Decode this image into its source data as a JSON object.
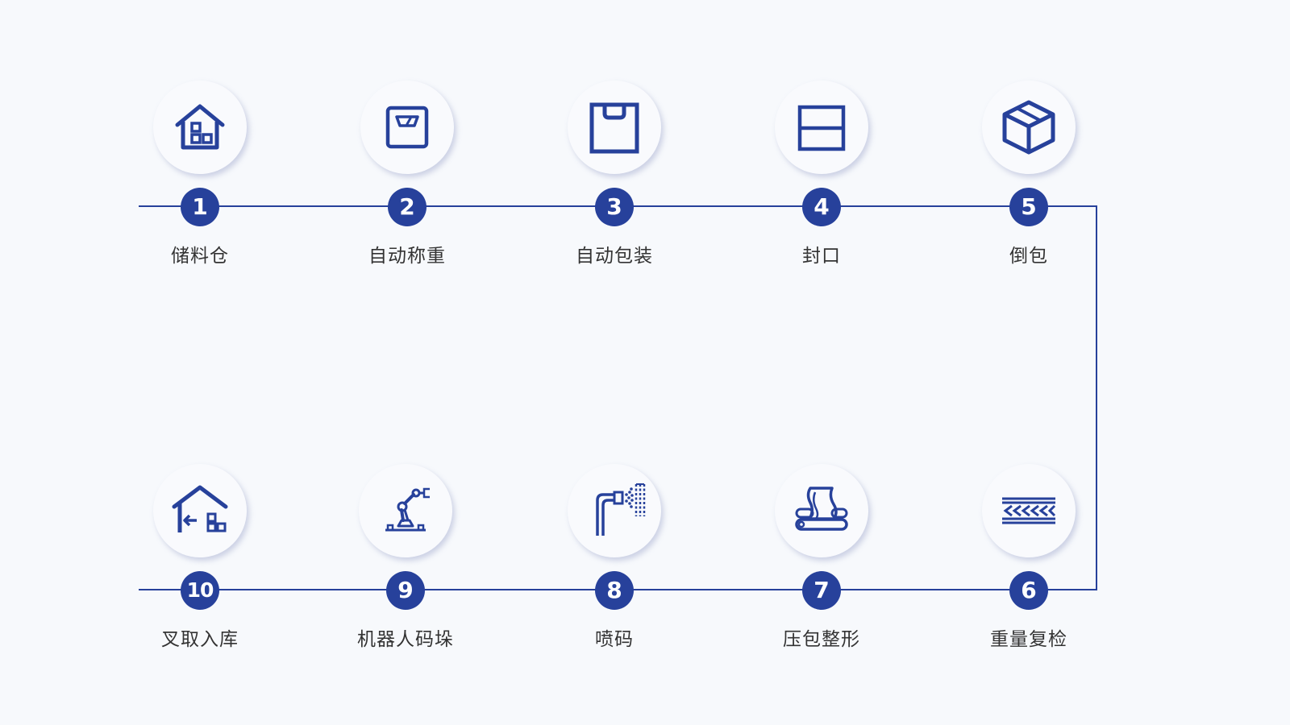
{
  "accent_color": "#27419b",
  "steps": [
    {
      "number": "1",
      "label": "储料仓",
      "icon": "warehouse-boxes-icon"
    },
    {
      "number": "2",
      "label": "自动称重",
      "icon": "weighing-scale-icon"
    },
    {
      "number": "3",
      "label": "自动包装",
      "icon": "bag-icon"
    },
    {
      "number": "4",
      "label": "封口",
      "icon": "sealed-box-icon"
    },
    {
      "number": "5",
      "label": "倒包",
      "icon": "cube-box-icon"
    },
    {
      "number": "6",
      "label": "重量复检",
      "icon": "conveyor-arrows-icon"
    },
    {
      "number": "7",
      "label": "压包整形",
      "icon": "roller-press-icon"
    },
    {
      "number": "8",
      "label": "喷码",
      "icon": "spray-nozzle-icon"
    },
    {
      "number": "9",
      "label": "机器人码垛",
      "icon": "robot-arm-icon"
    },
    {
      "number": "10",
      "label": "叉取入库",
      "icon": "warehouse-inbound-icon"
    }
  ]
}
